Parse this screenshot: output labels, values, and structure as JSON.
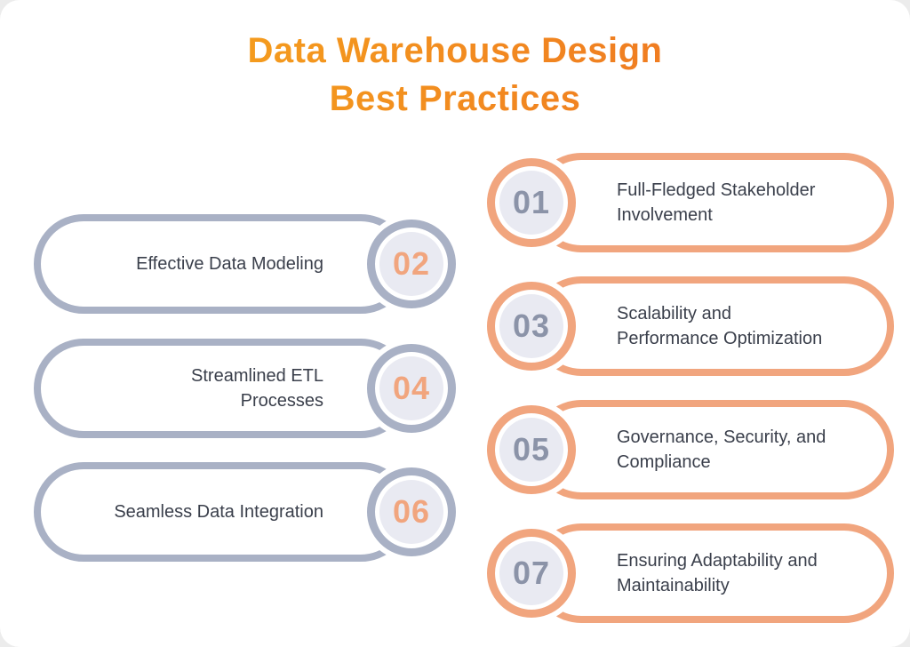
{
  "title": {
    "line1": "Data Warehouse Design",
    "line2": "Best Practices"
  },
  "items": [
    {
      "number": "01",
      "label": "Full-Fledged Stakeholder\nInvolvement",
      "side": "right"
    },
    {
      "number": "02",
      "label": "Effective Data Modeling",
      "side": "left"
    },
    {
      "number": "03",
      "label": "Scalability and\nPerformance Optimization",
      "side": "right"
    },
    {
      "number": "04",
      "label": "Streamlined ETL\nProcesses",
      "side": "left"
    },
    {
      "number": "05",
      "label": "Governance, Security, and\nCompliance",
      "side": "right"
    },
    {
      "number": "06",
      "label": "Seamless Data Integration",
      "side": "left"
    },
    {
      "number": "07",
      "label": "Ensuring Adaptability and\nMaintainability",
      "side": "right"
    }
  ],
  "colors": {
    "orange_accent": "#F1A57E",
    "gray_accent": "#A9B1C5",
    "number_gray": "#8B93A8",
    "number_orange": "#F1A57E",
    "title_gradient_start": "#F6A81C",
    "title_gradient_end": "#EE7023",
    "circle_fill": "#E9EAF2",
    "label_text": "#3A3F4B",
    "background": "#FFFFFF"
  }
}
